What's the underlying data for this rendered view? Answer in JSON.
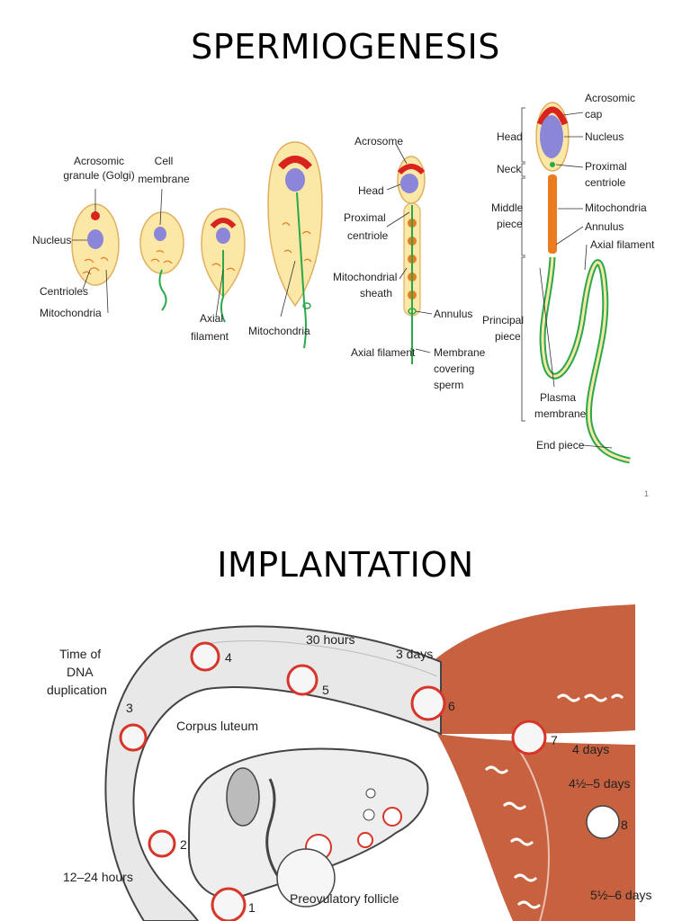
{
  "slide1": {
    "title": "SPERMIOGENESIS",
    "page_number": "1",
    "labels": {
      "acrosomic_granule_1": "Acrosomic",
      "acrosomic_granule_2": "granule (Golgi)",
      "cell_membrane_1": "Cell",
      "cell_membrane_2": "membrane",
      "nucleus": "Nucleus",
      "centrioles": "Centrioles",
      "mitochondria_a": "Mitochondria",
      "axial_filament_a1": "Axial",
      "axial_filament_a2": "filament",
      "mitochondria_b": "Mitochondria",
      "acrosome": "Acrosome",
      "head": "Head",
      "proximal_centriole_1": "Proximal",
      "proximal_centriole_2": "centriole",
      "mitochondrial_sheath_1": "Mitochondrial",
      "mitochondrial_sheath_2": "sheath",
      "annulus_a": "Annulus",
      "axial_filament_b": "Axial filament",
      "membrane_covering_1": "Membrane",
      "membrane_covering_2": "covering",
      "membrane_covering_3": "sperm",
      "acrosomic_cap_1": "Acrosomic",
      "acrosomic_cap_2": "cap",
      "nucleus_b": "Nucleus",
      "proximal_centriole_b1": "Proximal",
      "proximal_centriole_b2": "centriole",
      "mitochondria_c": "Mitochondria",
      "annulus_b": "Annulus",
      "axial_filament_c": "Axial filament",
      "plasma_membrane_1": "Plasma",
      "plasma_membrane_2": "membrane",
      "end_piece": "End piece",
      "region_head": "Head",
      "region_neck": "Neck",
      "region_middle_1": "Middle",
      "region_middle_2": "piece",
      "region_principal_1": "Principal",
      "region_principal_2": "piece"
    }
  },
  "slide2": {
    "title": "IMPLANTATION",
    "labels": {
      "time_dna_1": "Time of",
      "time_dna_2": "DNA",
      "time_dna_3": "duplication",
      "hours_30": "30 hours",
      "days_3": "3 days",
      "corpus_luteum": "Corpus luteum",
      "days_4": "4 days",
      "days_4_5": "4½–5 days",
      "days_5_6": "5½–6 days",
      "hours_12_24": "12–24 hours",
      "preovulatory_follicle": "Preovulatory follicle",
      "n1": "1",
      "n2": "2",
      "n3": "3",
      "n4": "4",
      "n5": "5",
      "n6": "6",
      "n7": "7",
      "n8": "8"
    }
  },
  "colors": {
    "cytoplasm": "#fbe7a6",
    "nucleus": "#8b86d8",
    "acrosome": "#d8231e",
    "mitochondria": "#ec7a1f",
    "filament": "#2aa84a",
    "uterus_muscle": "#c8613f",
    "ring": "#d8352a"
  }
}
